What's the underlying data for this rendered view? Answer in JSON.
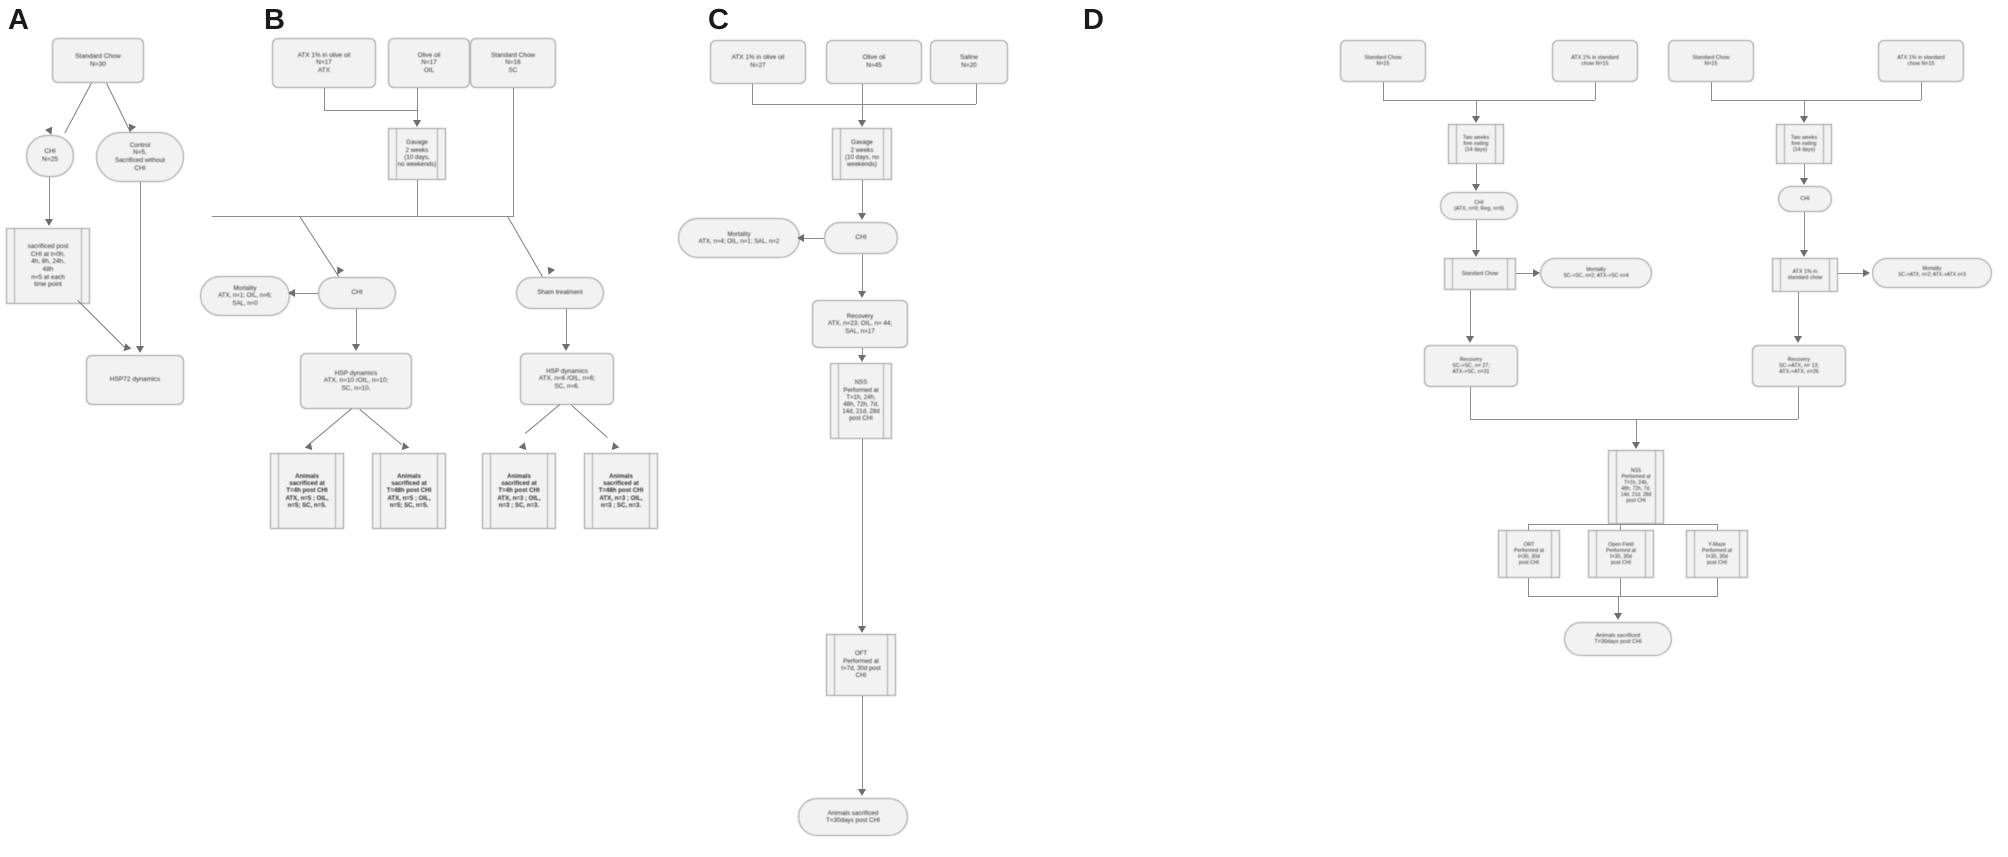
{
  "figure": {
    "type": "experimental-design-flowchart",
    "panel_count": 4,
    "background": "#ffffff",
    "node_fill": "#f2f2f2",
    "node_border": "#9a9a9a",
    "connector_color": "#8c8c8c"
  },
  "panels": [
    {
      "id": "A",
      "label": "A",
      "nodes": [
        {
          "id": "a1",
          "shape": "rect",
          "text": "Standard Chow\nN=30"
        },
        {
          "id": "a2",
          "shape": "rounded",
          "text": "CHI\nN=25"
        },
        {
          "id": "a3",
          "shape": "rounded",
          "text": "Control\nN=5,\nSacrificed without\nCHI"
        },
        {
          "id": "a4",
          "shape": "rect-dbl",
          "text": "sacrificed post\nCHI at t=0h,\n4h, 8h, 24h,\n48h\nn=5 at each\ntime point"
        },
        {
          "id": "a5",
          "shape": "rect",
          "text": "HSP72 dynamics"
        }
      ],
      "edges": [
        {
          "from": "a1",
          "to": "a2"
        },
        {
          "from": "a1",
          "to": "a3"
        },
        {
          "from": "a2",
          "to": "a4"
        },
        {
          "from": "a4",
          "to": "a5"
        },
        {
          "from": "a3",
          "to": "a5"
        }
      ]
    },
    {
      "id": "B",
      "label": "B",
      "nodes": [
        {
          "id": "b1",
          "shape": "rect",
          "text": "ATX 1% in olive oil\nN=17\nATX"
        },
        {
          "id": "b2",
          "shape": "rect",
          "text": "Olive oil\nN=17\nOIL"
        },
        {
          "id": "b3",
          "shape": "rect",
          "text": "Standard Chow\nN=16\nSC"
        },
        {
          "id": "b4",
          "shape": "rect-dbl",
          "text": "Gavage\n2 weeks\n(10 days,\nno weekends)"
        },
        {
          "id": "b5",
          "shape": "rounded",
          "text": "CHI"
        },
        {
          "id": "b6",
          "shape": "rounded",
          "text": "Mortality\nATX, n=1; OIL, n=6;\nSAL, n=0"
        },
        {
          "id": "b7",
          "shape": "rounded",
          "text": "Sham treatment"
        },
        {
          "id": "b8",
          "shape": "rect",
          "text": "HSP dynamics\nATX, n=10 /OIL, n=10;\nSC, n=10."
        },
        {
          "id": "b9",
          "shape": "rect",
          "text": "HSP dynamics\nATX, n=6 /OIL, n=6;\nSC, n=6."
        },
        {
          "id": "b10",
          "shape": "rect-dbl-bold",
          "text": "Animals\nsacrificed at\nT=4h post CHI\nATX, n=5 ; OIL,\nn=5; SC, n=5."
        },
        {
          "id": "b11",
          "shape": "rect-dbl-bold",
          "text": "Animals\nsacrificed at\nT=48h post CHI\nATX, n=5 ; OIL,\nn=5; SC, n=5."
        },
        {
          "id": "b12",
          "shape": "rect-dbl-bold",
          "text": "Animals\nsacrificed at\nT=4h post CHI\nATX, n=3 ; OIL,\nn=3 ; SC, n=3."
        },
        {
          "id": "b13",
          "shape": "rect-dbl-bold",
          "text": "Animals\nsacrificed at\nT=48h post CHI\nATX, n=3 ; OIL,\nn=3 ; SC, n=3."
        }
      ],
      "edges": [
        {
          "from": "b1",
          "to": "b4"
        },
        {
          "from": "b2",
          "to": "b4"
        },
        {
          "from": "b3",
          "to": "b4"
        },
        {
          "from": "b4",
          "to": "b5"
        },
        {
          "from": "b4",
          "to": "b7"
        },
        {
          "from": "b5",
          "to": "b6"
        },
        {
          "from": "b5",
          "to": "b8"
        },
        {
          "from": "b7",
          "to": "b9"
        },
        {
          "from": "b8",
          "to": "b10"
        },
        {
          "from": "b8",
          "to": "b11"
        },
        {
          "from": "b9",
          "to": "b12"
        },
        {
          "from": "b9",
          "to": "b13"
        }
      ]
    },
    {
      "id": "C",
      "label": "C",
      "nodes": [
        {
          "id": "c1",
          "shape": "rect",
          "text": "ATX 1% in olive oil\nN=27"
        },
        {
          "id": "c2",
          "shape": "rect",
          "text": "Olive oil\nN=45"
        },
        {
          "id": "c3",
          "shape": "rect",
          "text": "Saline\nN=20"
        },
        {
          "id": "c4",
          "shape": "rect-dbl",
          "text": "Gavage\n2 weeks\n(10 days, no\nweekends)"
        },
        {
          "id": "c5",
          "shape": "rounded",
          "text": "CHI"
        },
        {
          "id": "c6",
          "shape": "rounded",
          "text": "Mortality\nATX, n=4; OIL, n=1; SAL, n=2"
        },
        {
          "id": "c7",
          "shape": "rect",
          "text": "Recovery\nATX, n=23; OIL, n= 44;\nSAL, n=17"
        },
        {
          "id": "c8",
          "shape": "rect-dbl",
          "text": "NSS\nPerformed at\nT=1h, 24h,\n48h, 72h, 7d,\n14d, 21d, 28d\npost CHI"
        },
        {
          "id": "c9",
          "shape": "rect-dbl",
          "text": "OFT\nPerformed at\nt=7d, 30d post\nCHI"
        },
        {
          "id": "c10",
          "shape": "rounded",
          "text": "Animals sacrificed\nT=30days post CHI"
        }
      ],
      "edges": [
        {
          "from": "c1",
          "to": "c4"
        },
        {
          "from": "c2",
          "to": "c4"
        },
        {
          "from": "c3",
          "to": "c4"
        },
        {
          "from": "c4",
          "to": "c5"
        },
        {
          "from": "c5",
          "to": "c6"
        },
        {
          "from": "c5",
          "to": "c7"
        },
        {
          "from": "c7",
          "to": "c8"
        },
        {
          "from": "c8",
          "to": "c9"
        },
        {
          "from": "c9",
          "to": "c10"
        }
      ]
    },
    {
      "id": "D",
      "label": "D",
      "nodes": [
        {
          "id": "d1",
          "shape": "rect",
          "text": "Standard Chow\nN=15"
        },
        {
          "id": "d2",
          "shape": "rect",
          "text": "ATX 1% in standard\nchow N=15"
        },
        {
          "id": "d3",
          "shape": "rect",
          "text": "Standard Chow\nN=15"
        },
        {
          "id": "d4",
          "shape": "rect",
          "text": "ATX 1% in standard\nchow N=15"
        },
        {
          "id": "d5",
          "shape": "rect-dbl",
          "text": "Two weeks\nfree eating\n(14 days)"
        },
        {
          "id": "d6",
          "shape": "rect-dbl",
          "text": "Two weeks\nfree eating\n(14 days)"
        },
        {
          "id": "d7",
          "shape": "rounded",
          "text": "CHI\n(ATX, n=9; Reg, n=9)"
        },
        {
          "id": "d8",
          "shape": "rounded",
          "text": "CHI"
        },
        {
          "id": "d9",
          "shape": "rect-dbl",
          "text": "Standard Chow"
        },
        {
          "id": "d10",
          "shape": "rect-dbl",
          "text": "ATX 1% in\nstandard chow"
        },
        {
          "id": "d11",
          "shape": "rounded",
          "text": "Mortality\nSC->SC, n=2; ATX->SC n=4"
        },
        {
          "id": "d12",
          "shape": "rounded",
          "text": "Mortality\nSC->ATX, n=2; ATX->ATX n=3"
        },
        {
          "id": "d13",
          "shape": "rect",
          "text": "Recovery\nSC->SC, n= 27;\nATX->SC, n=31"
        },
        {
          "id": "d14",
          "shape": "rect",
          "text": "Recovery\nSC->ATX, n= 13;\nATX->ATX, n=26"
        },
        {
          "id": "d15",
          "shape": "rect-dbl",
          "text": "NSS\nPerformed at\nT=1h, 24h,\n48h, 72h, 7d,\n14d, 21d, 28d\npost CHI"
        },
        {
          "id": "d16",
          "shape": "rect-dbl",
          "text": "ORT\nPerformed at\nt=30, 30d\npost CHI"
        },
        {
          "id": "d17",
          "shape": "rect-dbl",
          "text": "Open Field\nPerformed at\nt=30, 30d\npost CHI"
        },
        {
          "id": "d18",
          "shape": "rect-dbl",
          "text": "Y-Maze\nPerformed at\nt=30, 30d\npost CHI"
        },
        {
          "id": "d19",
          "shape": "rounded",
          "text": "Animals sacrificed\nT=30days post CHI"
        }
      ],
      "edges": [
        {
          "from": "d1",
          "to": "d5"
        },
        {
          "from": "d2",
          "to": "d5"
        },
        {
          "from": "d3",
          "to": "d6"
        },
        {
          "from": "d4",
          "to": "d6"
        },
        {
          "from": "d5",
          "to": "d7"
        },
        {
          "from": "d6",
          "to": "d8"
        },
        {
          "from": "d7",
          "to": "d9"
        },
        {
          "from": "d8",
          "to": "d10"
        },
        {
          "from": "d9",
          "to": "d11"
        },
        {
          "from": "d10",
          "to": "d12"
        },
        {
          "from": "d9",
          "to": "d13"
        },
        {
          "from": "d10",
          "to": "d14"
        },
        {
          "from": "d13",
          "to": "d15"
        },
        {
          "from": "d14",
          "to": "d15"
        },
        {
          "from": "d15",
          "to": "d16"
        },
        {
          "from": "d15",
          "to": "d17"
        },
        {
          "from": "d15",
          "to": "d18"
        },
        {
          "from": "d17",
          "to": "d19"
        }
      ]
    }
  ]
}
